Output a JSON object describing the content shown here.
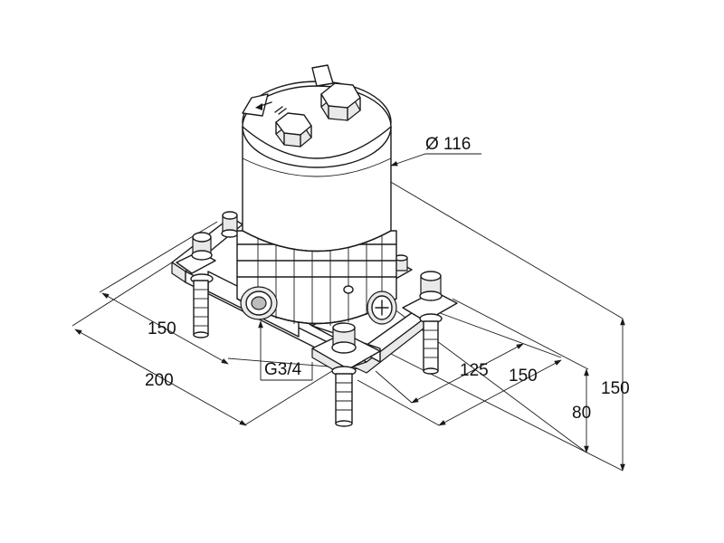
{
  "diagram": {
    "labels": {
      "diameter": "Ø 116",
      "thread": "G3/4",
      "depth_small": "150",
      "depth_large": "200",
      "width_small": "125",
      "width_large": "150",
      "height_small": "80",
      "height_large": "150"
    },
    "colors": {
      "line": "#1a1a1a",
      "background": "#ffffff",
      "shade": "#e9e9e9"
    }
  }
}
